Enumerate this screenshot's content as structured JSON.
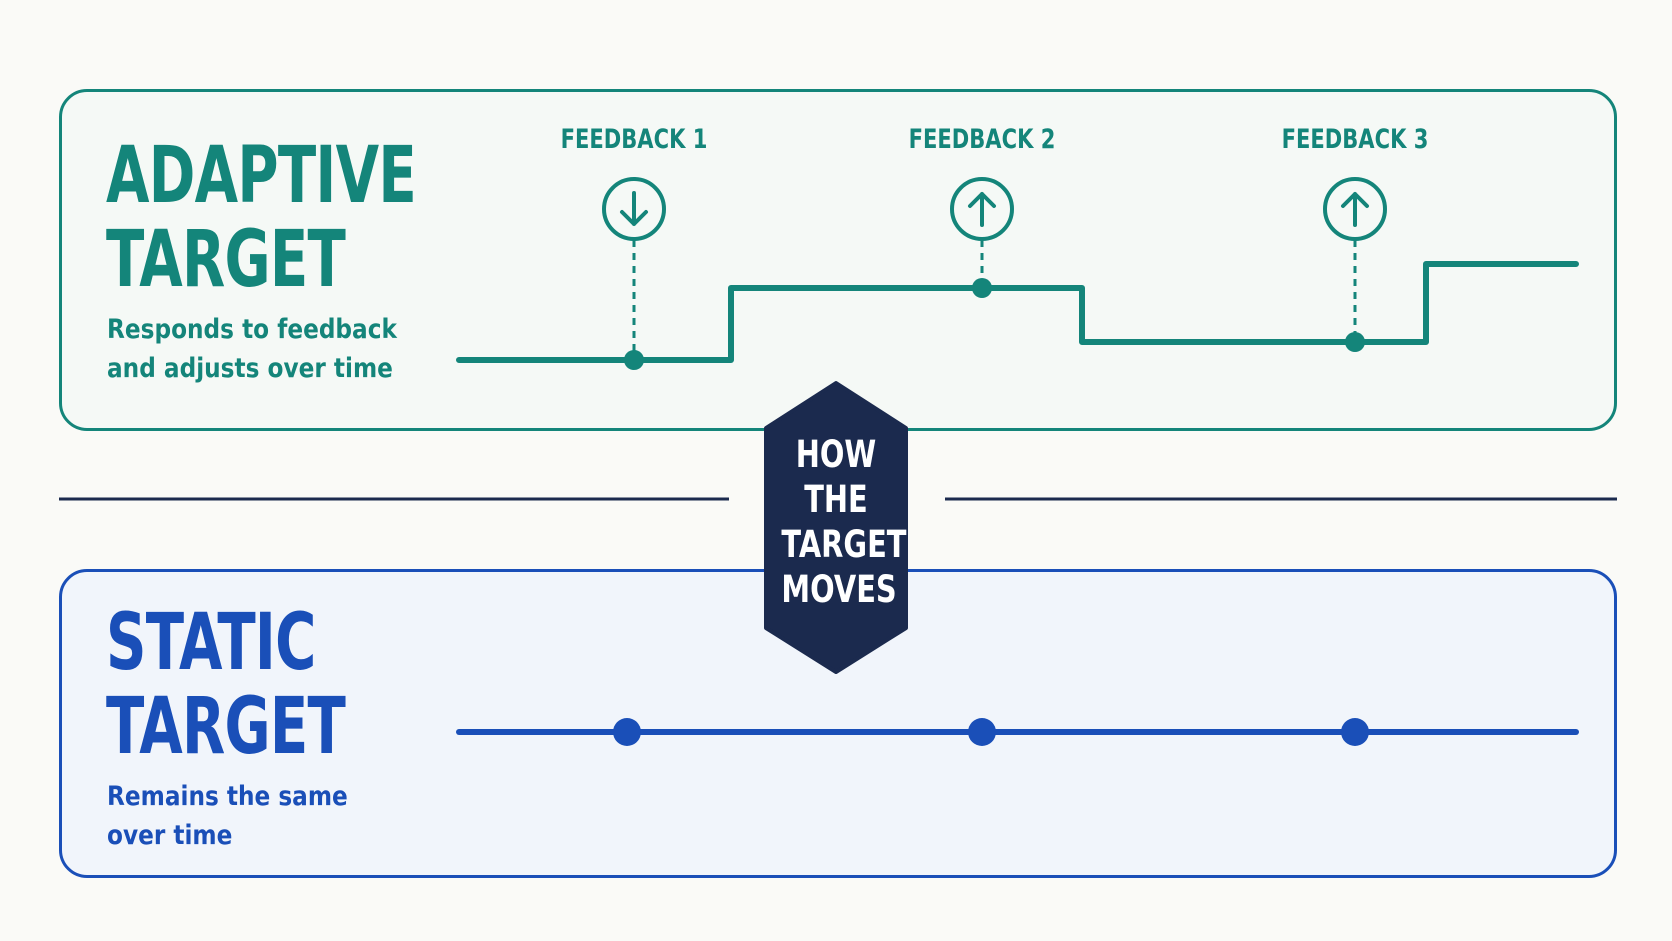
{
  "colors": {
    "adaptive": "#14857a",
    "static": "#1a4fb8",
    "badge": "#1b2a4e",
    "divider": "#1b2a4e",
    "background": "#fafaf7"
  },
  "adaptive": {
    "title_line1": "ADAPTIVE",
    "title_line2": "TARGET",
    "subtitle_line1": "Responds to feedback",
    "subtitle_line2": "and adjusts over time",
    "feedback": [
      {
        "label": "FEEDBACK 1",
        "direction": "down",
        "icon": "arrow-down-circle-icon"
      },
      {
        "label": "FEEDBACK 2",
        "direction": "up",
        "icon": "arrow-up-circle-icon"
      },
      {
        "label": "FEEDBACK 3",
        "direction": "up",
        "icon": "arrow-up-circle-icon"
      }
    ]
  },
  "static": {
    "title_line1": "STATIC",
    "title_line2": "TARGET",
    "subtitle_line1": "Remains the same",
    "subtitle_line2": "over time"
  },
  "center": {
    "line1": "HOW",
    "line2": "THE",
    "line3": "TARGET",
    "line4": "MOVES"
  }
}
